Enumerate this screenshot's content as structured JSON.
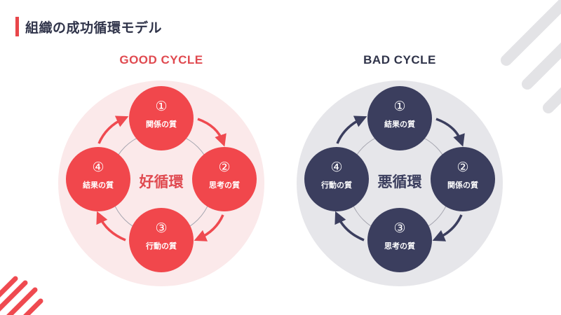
{
  "page_title": "組織の成功循環モデル",
  "colors": {
    "accent_red": "#f1474c",
    "navy": "#3b3e5e",
    "good_bg": "#fbe9ea",
    "bad_bg": "#e6e6ea",
    "title_text": "#2f3349"
  },
  "good_cycle": {
    "title": "GOOD CYCLE",
    "center": "好循環",
    "nodes": [
      {
        "num": "①",
        "label": "関係の質"
      },
      {
        "num": "②",
        "label": "思考の質"
      },
      {
        "num": "③",
        "label": "行動の質"
      },
      {
        "num": "④",
        "label": "結果の質"
      }
    ]
  },
  "bad_cycle": {
    "title": "BAD CYCLE",
    "center": "悪循環",
    "nodes": [
      {
        "num": "①",
        "label": "結果の質"
      },
      {
        "num": "②",
        "label": "関係の質"
      },
      {
        "num": "③",
        "label": "思考の質"
      },
      {
        "num": "④",
        "label": "行動の質"
      }
    ]
  }
}
